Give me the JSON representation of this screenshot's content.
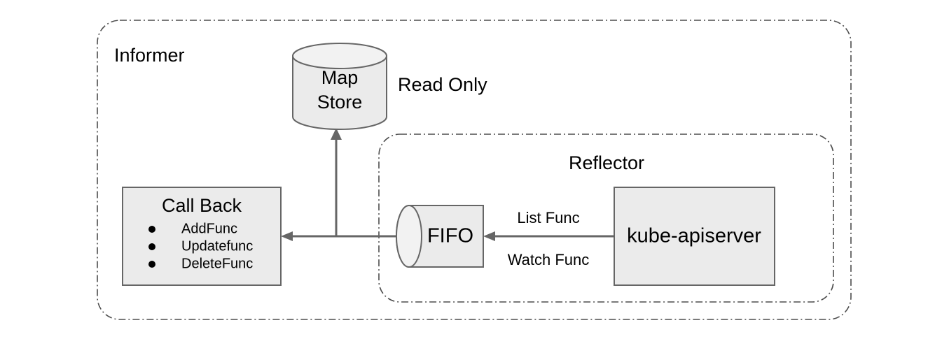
{
  "diagram": {
    "title_text": "Informer",
    "containers": [
      {
        "id": "informer",
        "label": "Informer",
        "style": "dash-dot-rounded"
      },
      {
        "id": "reflector",
        "label": "Reflector",
        "style": "dash-dot-rounded"
      }
    ],
    "nodes": {
      "map_store": {
        "label_line1": "Map",
        "label_line2": "Store",
        "shape": "cylinder-vertical",
        "fill": "#ebebeb",
        "stroke": "#666666"
      },
      "call_back": {
        "title": "Call Back",
        "shape": "rectangle",
        "fill": "#ebebeb",
        "stroke": "#666666",
        "items": [
          {
            "label": "AddFunc"
          },
          {
            "label": "Updatefunc"
          },
          {
            "label": "DeleteFunc"
          }
        ]
      },
      "fifo": {
        "label": "FIFO",
        "shape": "cylinder-horizontal",
        "fill": "#ebebeb",
        "stroke": "#666666"
      },
      "kube_apiserver": {
        "label": "kube-apiserver",
        "shape": "rectangle",
        "fill": "#ebebeb",
        "stroke": "#666666"
      }
    },
    "edge_labels": {
      "read_only": "Read Only",
      "list_func": "List Func",
      "watch_func": "Watch Func"
    },
    "colors": {
      "node_fill": "#ebebeb",
      "node_stroke": "#666666",
      "edge_stroke": "#666666",
      "container_stroke": "#4d4d4d",
      "background": "#ffffff",
      "text": "#000000"
    }
  }
}
